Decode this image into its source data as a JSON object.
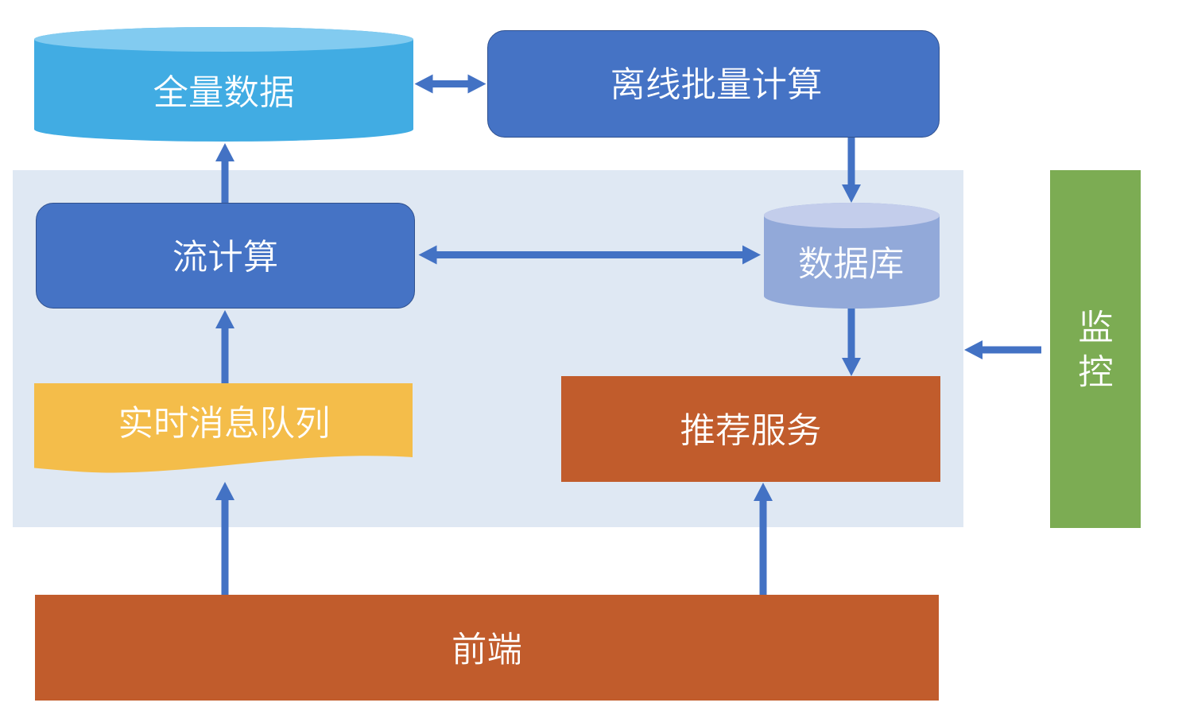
{
  "diagram": {
    "background": "#ffffff",
    "panel": {
      "color": "#dfe8f3"
    },
    "nodes": {
      "full_data": {
        "label": "全量数据",
        "shape": "cylinder",
        "fill": "#41ace3",
        "top_fill": "#82cbf0",
        "text_color": "#ffffff"
      },
      "offline_batch": {
        "label": "离线批量计算",
        "shape": "rounded-rect",
        "fill": "#4573c5",
        "border": "#30518f",
        "text_color": "#ffffff"
      },
      "stream_compute": {
        "label": "流计算",
        "shape": "rounded-rect",
        "fill": "#4573c5",
        "border": "#30518f",
        "text_color": "#ffffff"
      },
      "database": {
        "label": "数据库",
        "shape": "cylinder",
        "fill": "#92a9d9",
        "top_fill": "#c3cdeb",
        "text_color": "#ffffff"
      },
      "realtime_queue": {
        "label": "实时消息队列",
        "shape": "document",
        "fill": "#f4bd4a",
        "text_color": "#ffffff"
      },
      "recommend_service": {
        "label": "推荐服务",
        "shape": "rect",
        "fill": "#c15c2c",
        "text_color": "#ffffff"
      },
      "monitoring": {
        "label": "监控",
        "shape": "rect",
        "fill": "#7cac53",
        "text_color": "#ffffff",
        "text_orientation": "vertical"
      },
      "frontend": {
        "label": "前端",
        "shape": "rect",
        "fill": "#c15c2c",
        "text_color": "#ffffff"
      }
    },
    "edges": [
      {
        "from": "full_data",
        "to": "offline_batch",
        "type": "bidirectional"
      },
      {
        "from": "offline_batch",
        "to": "database",
        "type": "directed"
      },
      {
        "from": "stream_compute",
        "to": "database",
        "type": "bidirectional"
      },
      {
        "from": "stream_compute",
        "to": "full_data",
        "type": "directed"
      },
      {
        "from": "realtime_queue",
        "to": "stream_compute",
        "type": "directed"
      },
      {
        "from": "database",
        "to": "recommend_service",
        "type": "directed"
      },
      {
        "from": "frontend",
        "to": "realtime_queue",
        "type": "directed"
      },
      {
        "from": "frontend",
        "to": "recommend_service",
        "type": "directed"
      },
      {
        "from": "monitoring",
        "to": "panel",
        "type": "directed"
      }
    ],
    "arrow_color": "#4372c4"
  }
}
